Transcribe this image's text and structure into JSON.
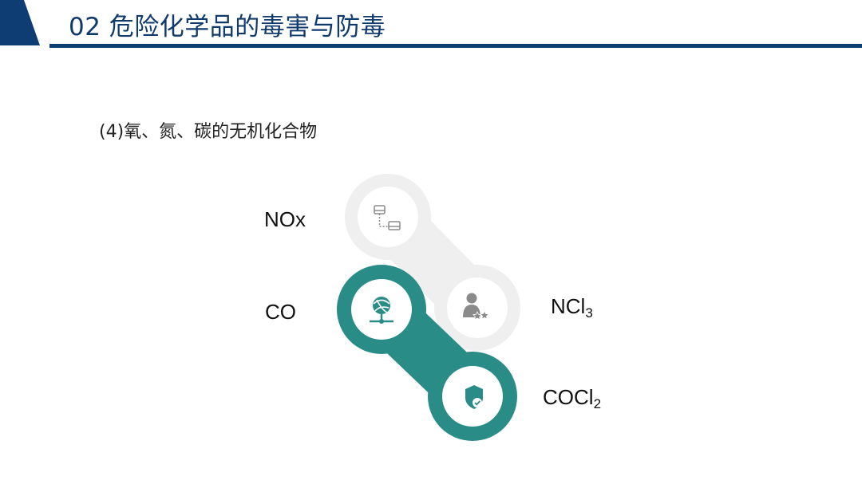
{
  "header": {
    "title": "02  危险化学品的毒害与防毒"
  },
  "content": {
    "subtitle": "(4)氧、氮、碳的无机化合物"
  },
  "compounds": [
    {
      "label": "NOx",
      "sub": "",
      "icon": "network-nodes-icon",
      "style": "light"
    },
    {
      "label": "CO",
      "sub": "",
      "icon": "globe-network-icon",
      "style": "teal"
    },
    {
      "label": "NCl",
      "sub": "3",
      "icon": "user-stars-icon",
      "style": "light"
    },
    {
      "label": "COCl",
      "sub": "2",
      "icon": "shield-check-icon",
      "style": "teal"
    }
  ],
  "colors": {
    "header_navy": "#0e3d73",
    "teal": "#2a8c87",
    "light_gray": "#efefef",
    "icon_gray": "#8a8a8a"
  }
}
